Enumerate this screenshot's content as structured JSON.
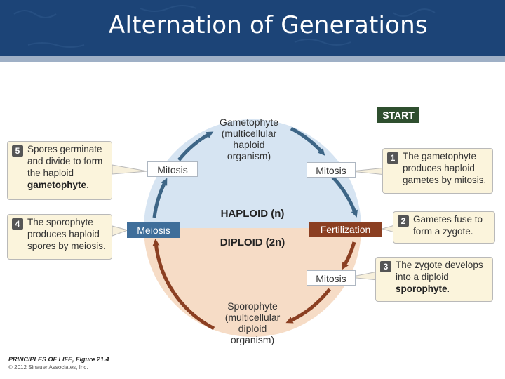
{
  "title": "Alternation of Generations",
  "colors": {
    "banner": "#1c4477",
    "haploid_zone": "#d6e4f2",
    "diploid_zone": "#f6dcc6",
    "arrow_blue": "#3d6586",
    "arrow_brown": "#8b3f22",
    "step_box": "#fbf4dc",
    "start_badge": "#2f4f2f"
  },
  "diagram": {
    "start_label": "START",
    "gametophyte": [
      "Gametophyte",
      "(multicellular",
      "haploid",
      "organism)"
    ],
    "sporophyte": [
      "Sporophyte",
      "(multicellular",
      "diploid",
      "organism)"
    ],
    "haploid_label": "HAPLOID (n)",
    "diploid_label": "DIPLOID (2n)",
    "processes": {
      "mitosis_left": "Mitosis",
      "mitosis_right": "Mitosis",
      "mitosis_bottom": "Mitosis",
      "meiosis": "Meiosis",
      "fertilization": "Fertilization"
    },
    "steps": {
      "s1": {
        "num": "1",
        "text": "The gametophyte produces haploid gametes by mitosis."
      },
      "s2": {
        "num": "2",
        "text": "Gametes fuse to form a zygote."
      },
      "s3": {
        "num": "3",
        "pre": "The zygote develops into a diploid",
        "bold": "sporophyte",
        "post": "."
      },
      "s4": {
        "num": "4",
        "text": "The sporophyte produces haploid spores by meiosis."
      },
      "s5": {
        "num": "5",
        "pre": "Spores germinate and divide to form the haploid",
        "bold": "gametophyte",
        "post": "."
      }
    }
  },
  "caption": {
    "source": "PRINCIPLES OF LIFE, Figure 21.4",
    "copyright": "© 2012 Sinauer Associates, Inc."
  }
}
